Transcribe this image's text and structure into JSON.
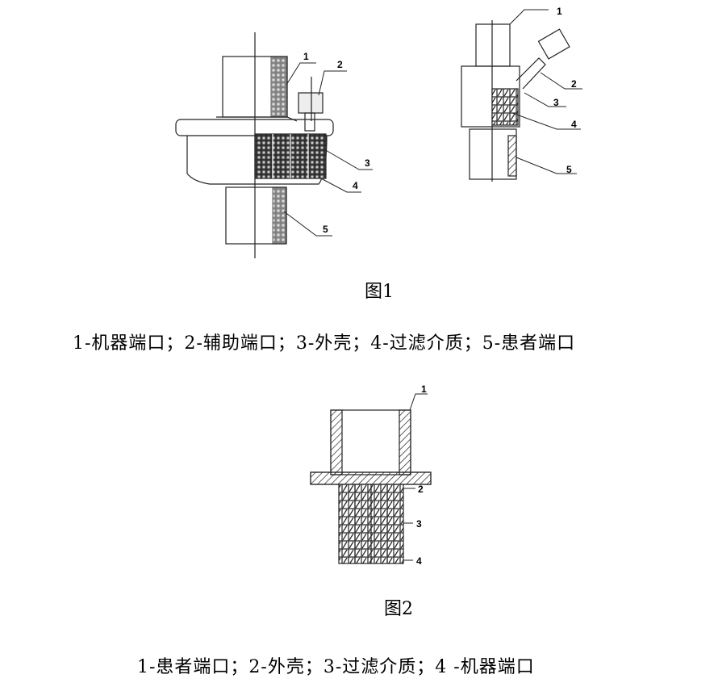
{
  "figure1": {
    "caption": "图1",
    "legend": "1-机器端口；2-辅助端口；3-外壳；4-过滤介质；5-患者端口",
    "left_callouts": [
      "1",
      "2",
      "3",
      "4",
      "5"
    ],
    "right_callouts": [
      "1",
      "2",
      "3",
      "4",
      "5"
    ]
  },
  "figure2": {
    "caption": "图2",
    "legend": "1-患者端口；2-外壳；3-过滤介质；4 -机器端口",
    "callouts": [
      "1",
      "2",
      "3",
      "4"
    ]
  }
}
